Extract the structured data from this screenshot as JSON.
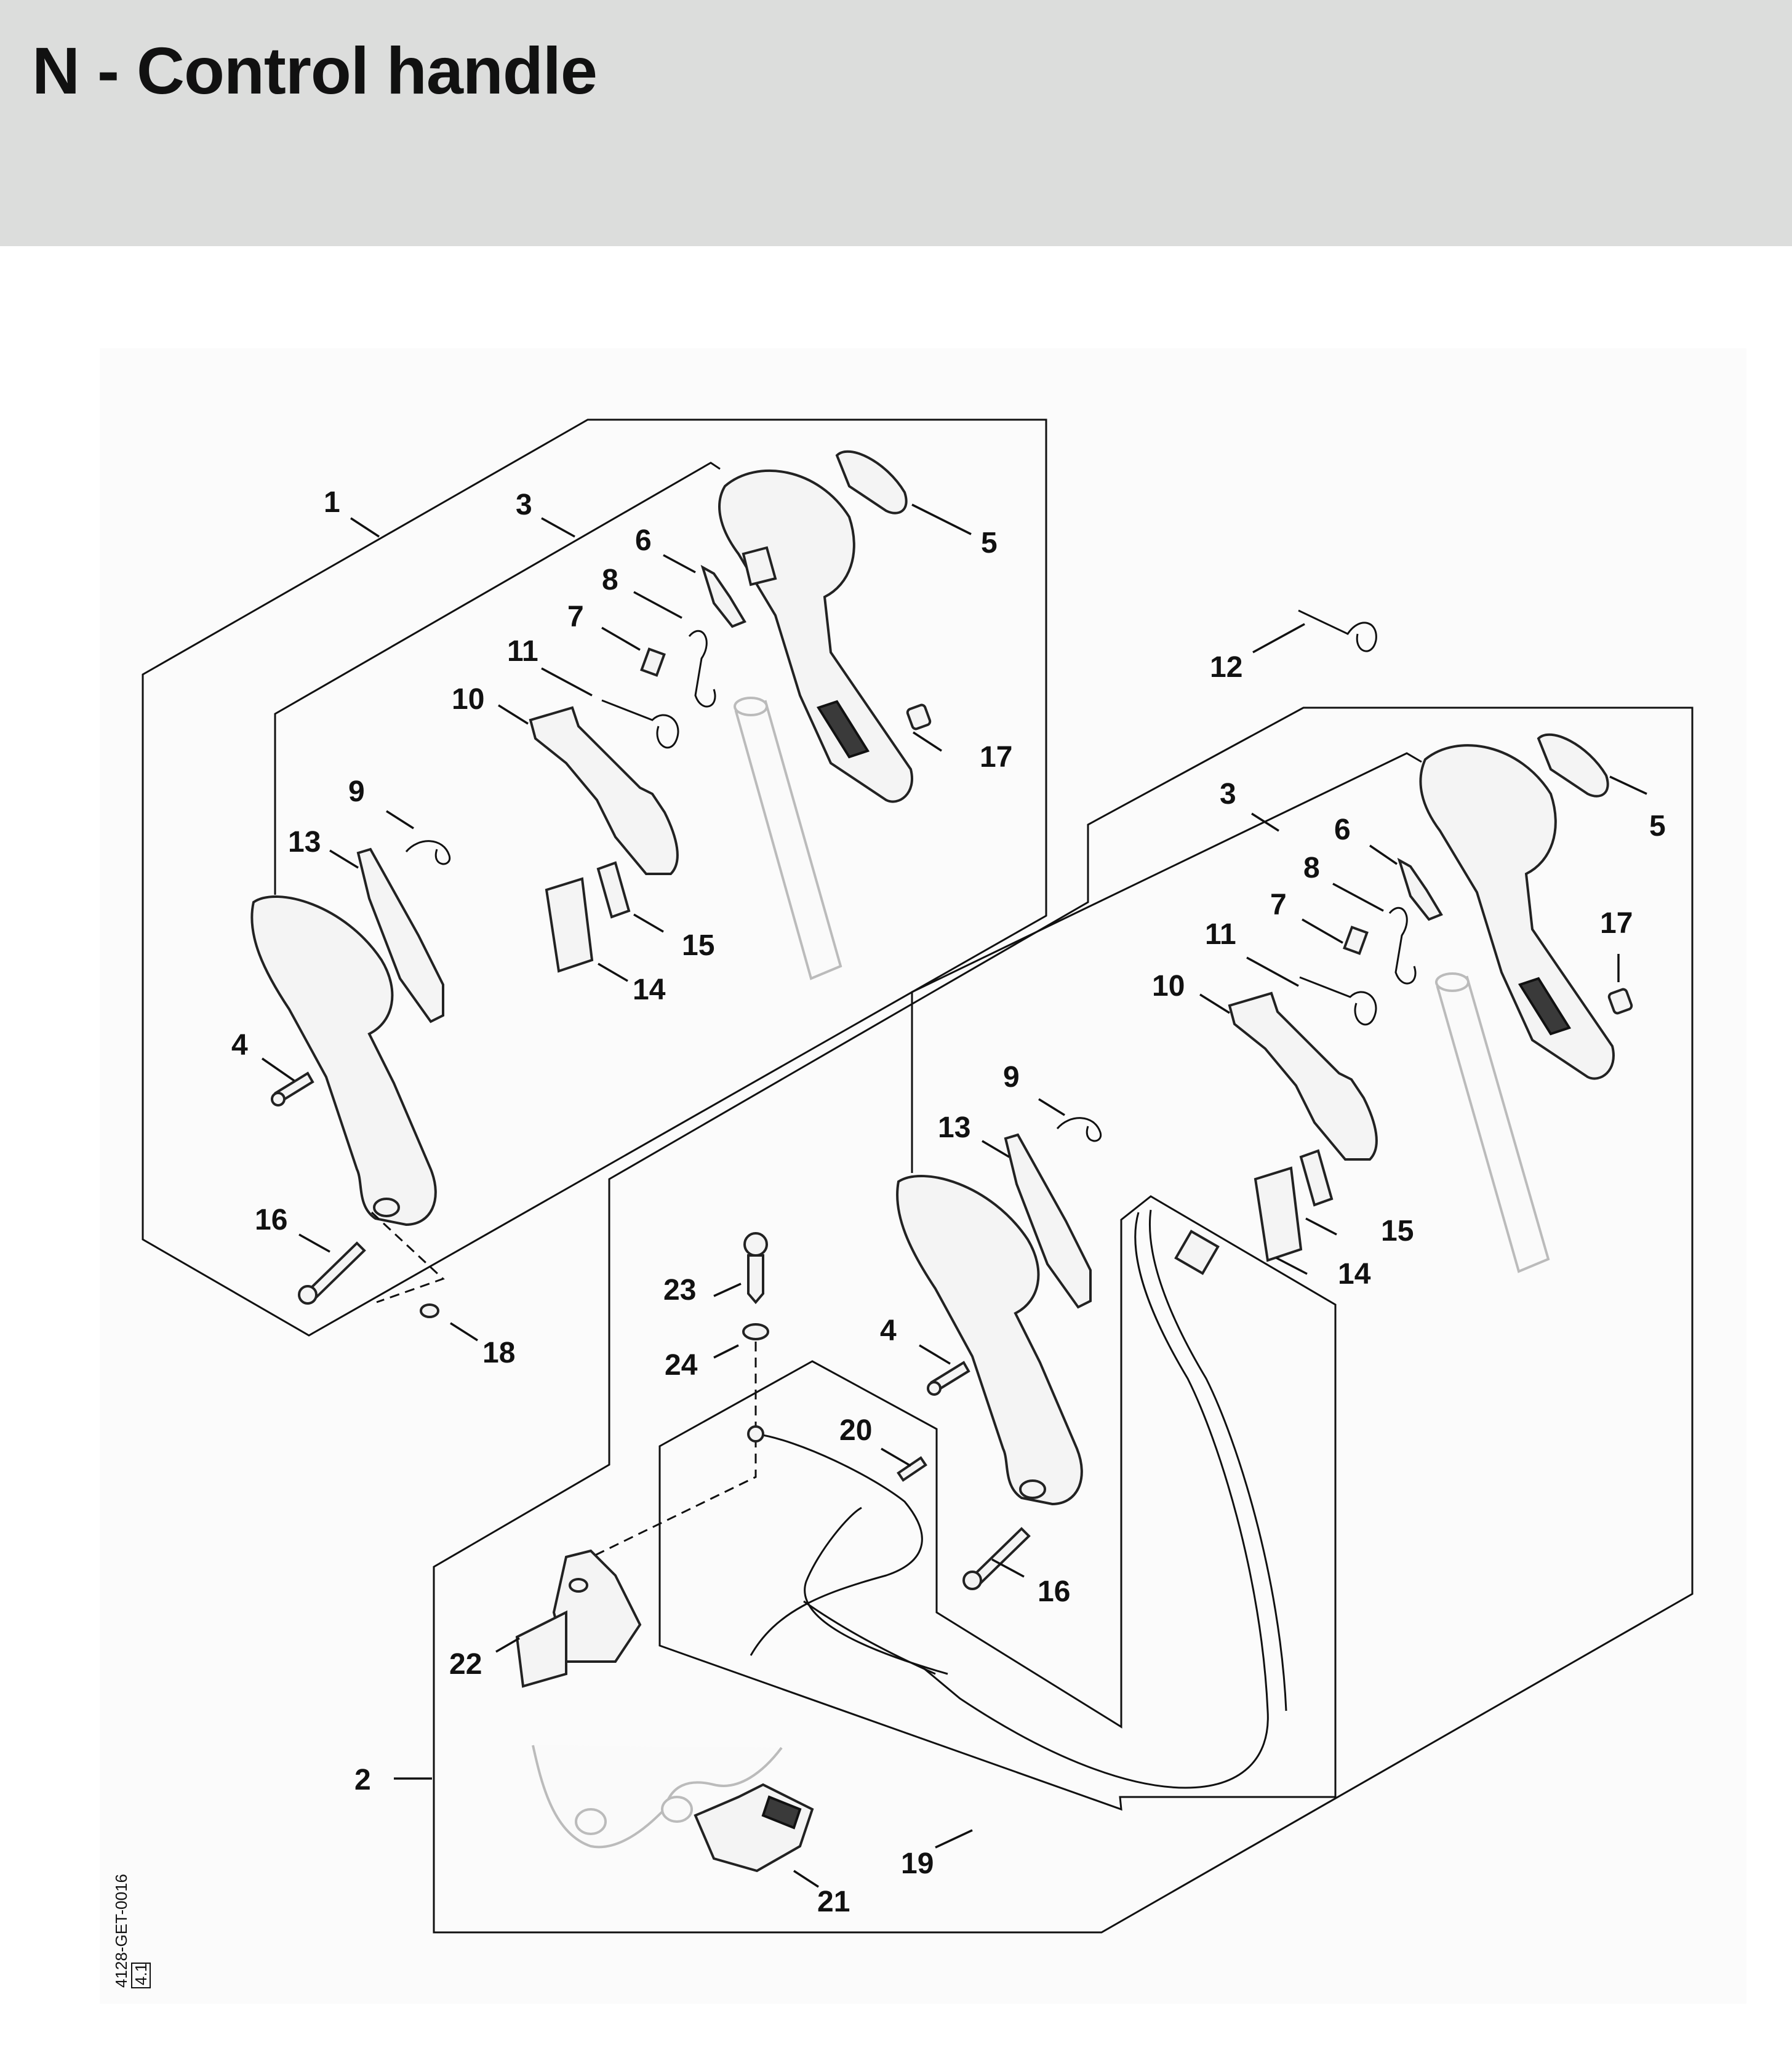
{
  "page": {
    "title": "N - Control handle"
  },
  "drawing": {
    "code_line1": "4128-GET-0016",
    "code_line2": "4.1"
  },
  "callouts": {
    "c1": "1",
    "c2": "2",
    "c3a": "3",
    "c3b": "3",
    "c4a": "4",
    "c4b": "4",
    "c5a": "5",
    "c5b": "5",
    "c6a": "6",
    "c6b": "6",
    "c7a": "7",
    "c7b": "7",
    "c8a": "8",
    "c8b": "8",
    "c9a": "9",
    "c9b": "9",
    "c10a": "10",
    "c10b": "10",
    "c11a": "11",
    "c11b": "11",
    "c12": "12",
    "c13a": "13",
    "c13b": "13",
    "c14a": "14",
    "c14b": "14",
    "c15a": "15",
    "c15b": "15",
    "c16a": "16",
    "c16b": "16",
    "c17a": "17",
    "c17b": "17",
    "c18": "18",
    "c19": "19",
    "c20": "20",
    "c21": "21",
    "c22": "22",
    "c23": "23",
    "c24": "24"
  }
}
